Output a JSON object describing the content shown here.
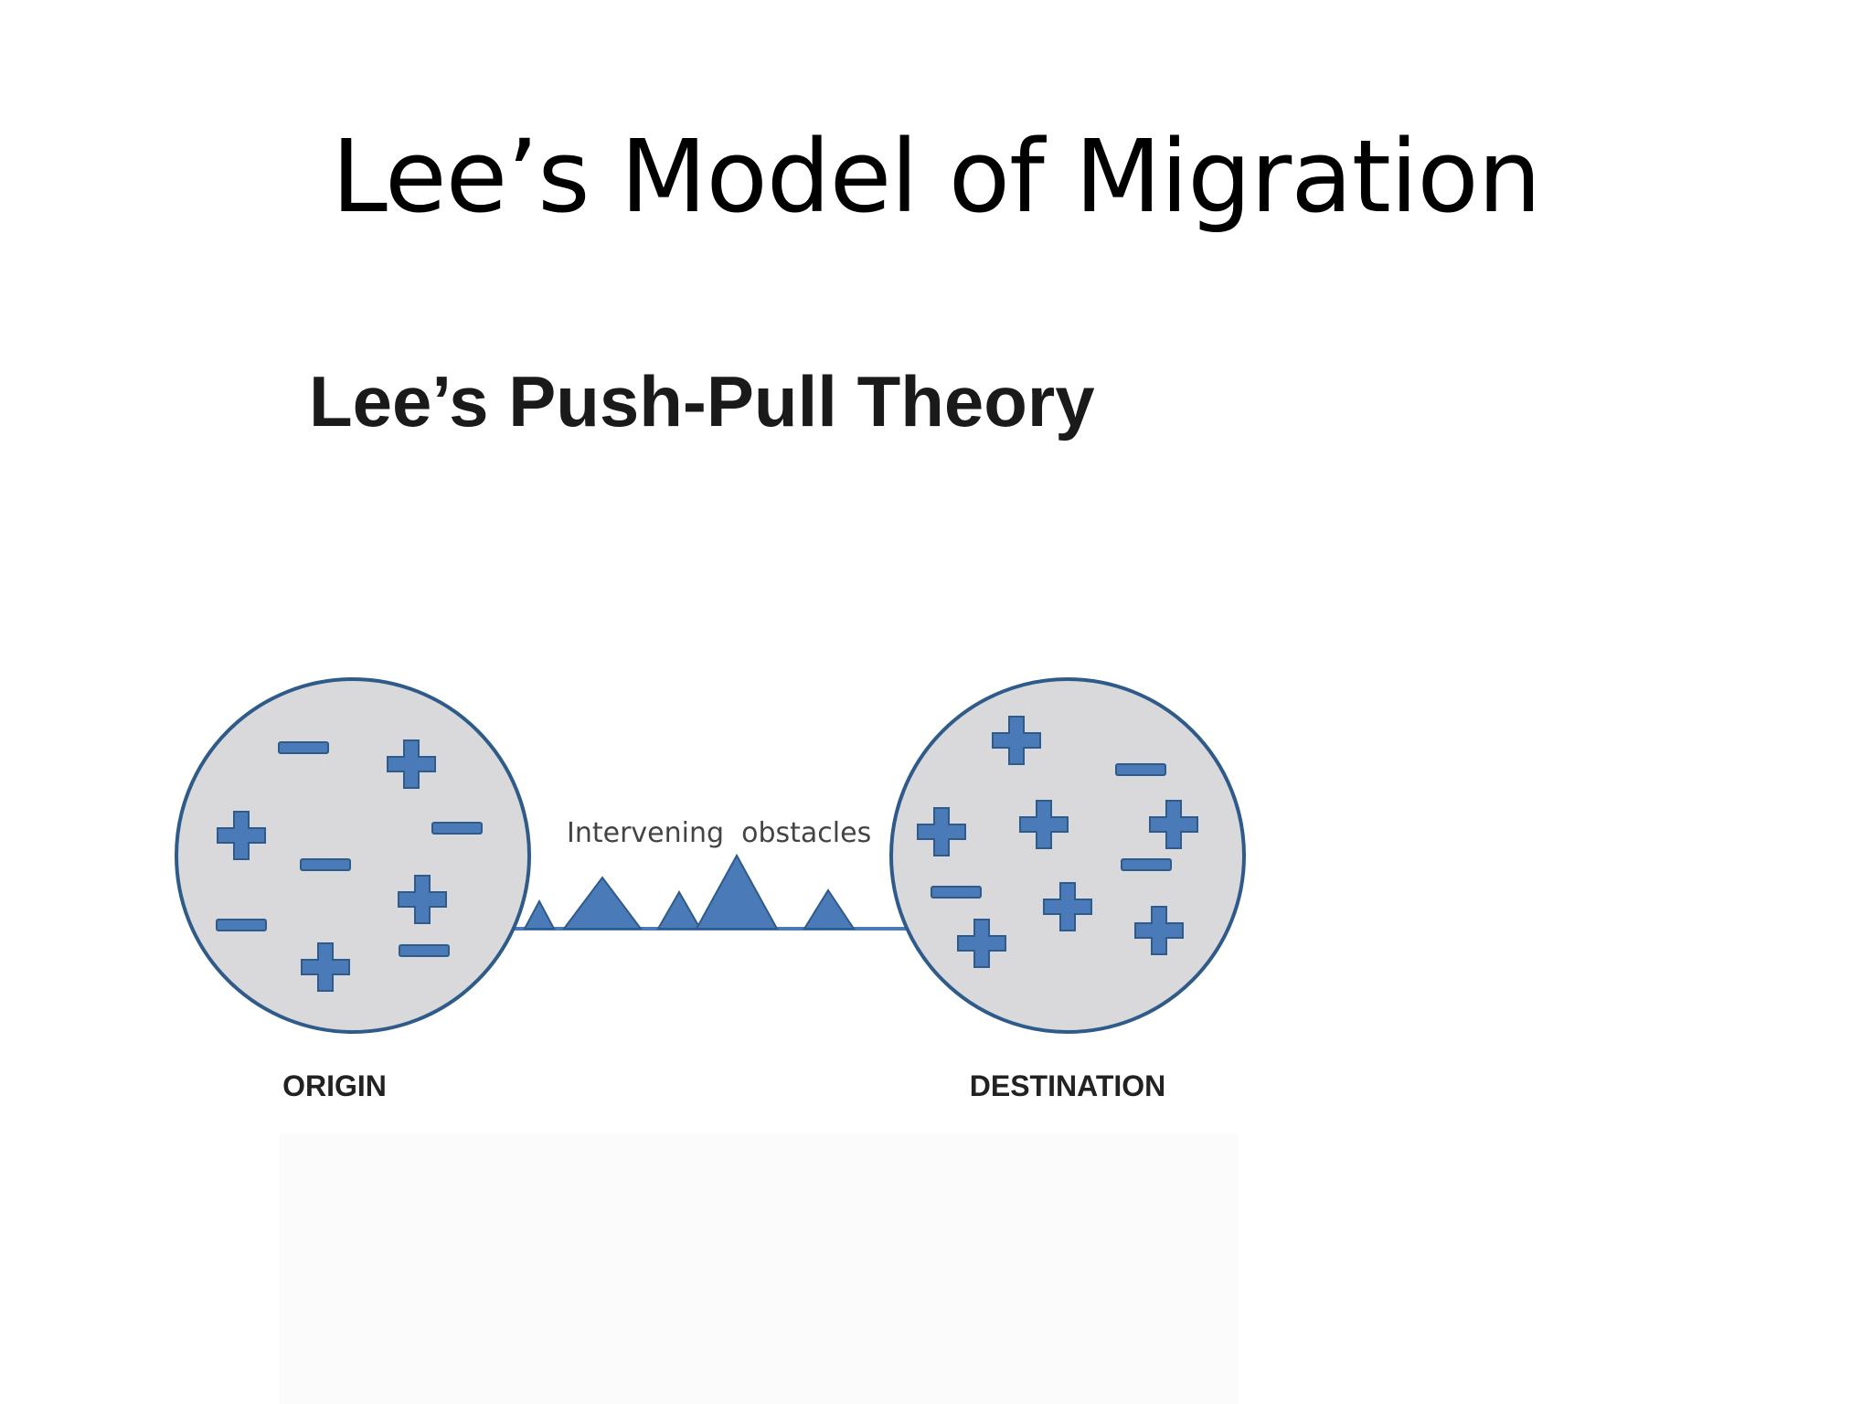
{
  "slide": {
    "title": "Lee’s Model of Migration"
  },
  "diagram": {
    "heading": "Lee’s Push-Pull Theory",
    "obstacles_label": "Intervening  obstacles",
    "origin_label": "ORIGIN",
    "destination_label": "DESTINATION",
    "colors": {
      "circle_fill": "#d9d9db",
      "circle_stroke": "#2f5b8a",
      "symbol_fill": "#4a7ab8",
      "symbol_stroke": "#2f5b8a",
      "heading": "#1a1a1a",
      "label": "#222222",
      "obstacle_text": "#444444"
    },
    "origin_factors": [
      "minus",
      "plus",
      "plus",
      "minus",
      "minus",
      "plus",
      "minus",
      "minus",
      "plus"
    ],
    "destination_factors": [
      "plus",
      "minus",
      "plus",
      "plus",
      "plus",
      "minus",
      "minus",
      "plus",
      "plus",
      "plus"
    ],
    "obstacle_count": 5
  }
}
